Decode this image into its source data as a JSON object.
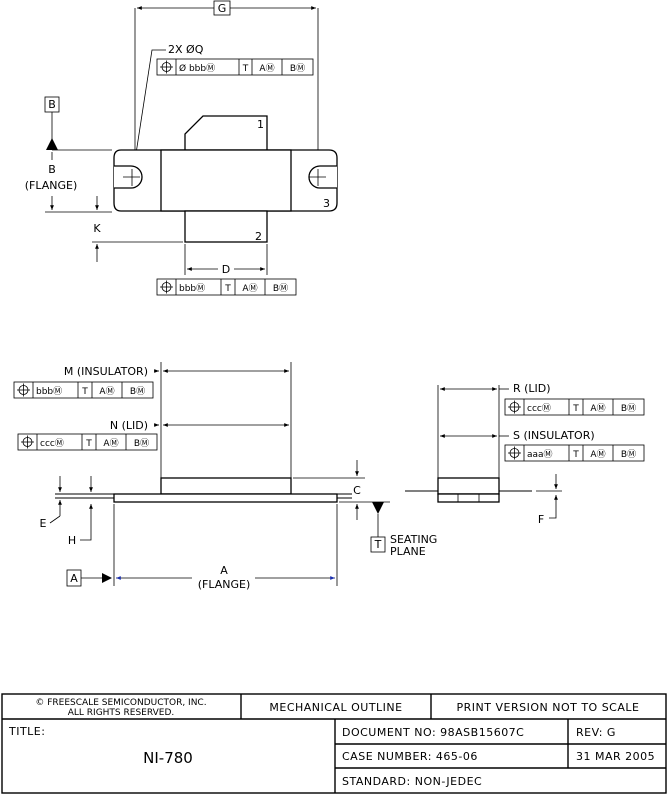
{
  "top_view": {
    "dim_g": "G",
    "holes_note": "2X ØQ",
    "fcf_holes": [
      "Ø bbbⓂ",
      "T",
      "AⓂ",
      "BⓂ"
    ],
    "datum_b": "B",
    "dim_b": "B",
    "dim_b_sub": "(FLANGE)",
    "dim_k": "K",
    "dim_d": "D",
    "fcf_d": [
      "bbbⓂ",
      "T",
      "AⓂ",
      "BⓂ"
    ],
    "pin1": "1",
    "pin2": "2",
    "pin3": "3"
  },
  "side_view": {
    "dim_m": "M  (INSULATOR)",
    "fcf_m": [
      "bbbⓂ",
      "T",
      "AⓂ",
      "BⓂ"
    ],
    "dim_n": "N  (LID)",
    "fcf_n": [
      "cccⓂ",
      "T",
      "AⓂ",
      "BⓂ"
    ],
    "dim_c": "C",
    "dim_e": "E",
    "dim_h": "H",
    "datum_t": "T",
    "seating_1": "SEATING",
    "seating_2": "PLANE",
    "datum_a": "A",
    "dim_a": "A",
    "dim_a_sub": "(FLANGE)"
  },
  "end_view": {
    "dim_r": "R  (LID)",
    "fcf_r": [
      "cccⓂ",
      "T",
      "AⓂ",
      "BⓂ"
    ],
    "dim_s": "S  (INSULATOR)",
    "fcf_s": [
      "aaaⓂ",
      "T",
      "AⓂ",
      "BⓂ"
    ],
    "dim_f": "F"
  },
  "title_block": {
    "copyright_1": "© FREESCALE SEMICONDUCTOR, INC.",
    "copyright_2": "ALL RIGHTS RESERVED.",
    "mechanical": "MECHANICAL OUTLINE",
    "print_version": "PRINT VERSION NOT TO SCALE",
    "title_label": "TITLE:",
    "title_value": "NI-780",
    "document_no": "DOCUMENT NO: 98ASB15607C",
    "rev": "REV: G",
    "case_number": "CASE NUMBER: 465-06",
    "date": "31 MAR 2005",
    "standard": "STANDARD: NON-JEDEC"
  }
}
